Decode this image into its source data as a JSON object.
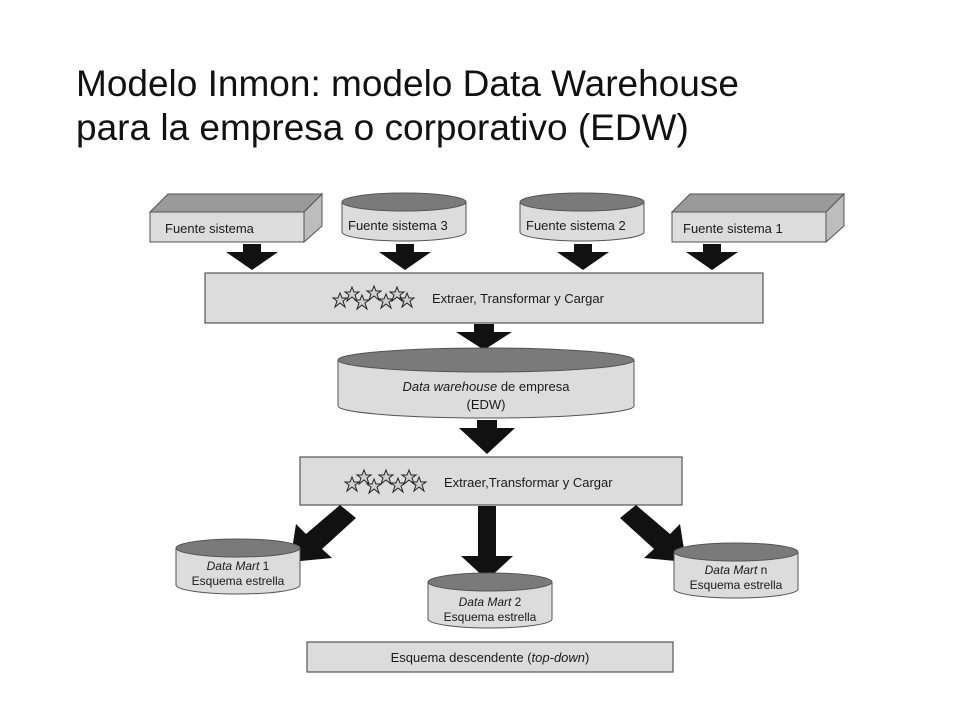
{
  "title": {
    "line1": "Modelo Inmon: modelo Data Warehouse",
    "line2": "para la empresa o corporativo (EDW)"
  },
  "sources": [
    {
      "label": "Fuente sistema",
      "shape": "box"
    },
    {
      "label": "Fuente sistema 3",
      "shape": "cylinder"
    },
    {
      "label": "Fuente sistema 2",
      "shape": "cylinder"
    },
    {
      "label": "Fuente sistema 1",
      "shape": "box"
    }
  ],
  "etl_top": {
    "label": "Extraer, Transformar y Cargar"
  },
  "edw": {
    "label_italic": "Data warehouse",
    "label_rest": " de empresa",
    "label_line2": "(EDW)"
  },
  "etl_bottom": {
    "label": "Extraer,Transformar y Cargar"
  },
  "data_marts": [
    {
      "name_italic": "Data Mart",
      "name_suffix": " 1",
      "subtitle": "Esquema estrella"
    },
    {
      "name_italic": "Data Mart",
      "name_suffix": " 2",
      "subtitle": "Esquema estrella"
    },
    {
      "name_italic": "Data Mart",
      "name_suffix": " n",
      "subtitle": "Esquema estrella"
    }
  ],
  "footer": {
    "label_pre": "Esquema descendente (",
    "label_italic": "top-down",
    "label_post": ")"
  },
  "colors": {
    "box_front": "#dcdcdc",
    "box_top": "#9a9a9a",
    "box_side": "#bdbdbd",
    "cyl_top": "#7a7a7a",
    "arrow": "#111111",
    "outline": "#555555"
  }
}
